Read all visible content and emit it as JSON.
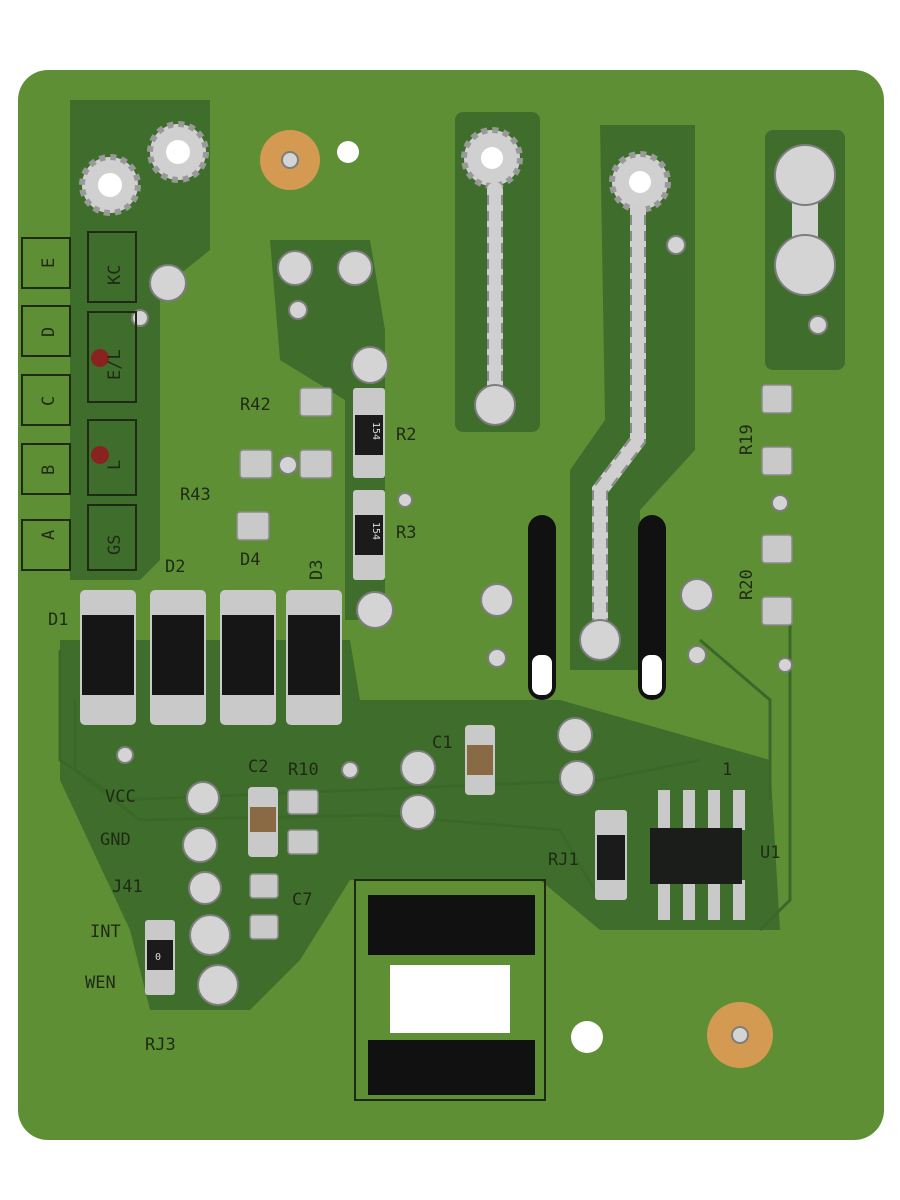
{
  "board": {
    "colors": {
      "board": "#5f8f35",
      "pour": "#3f6e2c",
      "silk": "#1f2a14",
      "solder": "#d0d0d0",
      "gold": "#d49a52"
    },
    "header_labels": [
      "A",
      "B",
      "C",
      "D",
      "E"
    ],
    "header_labels_2": [
      "GS",
      "L",
      "E/L",
      "KC"
    ],
    "resistors": {
      "r42": "R42",
      "r43": "R43",
      "r2": "R2",
      "r3": "R3",
      "r19": "R19",
      "r20": "R20",
      "r10": "R10",
      "rj1": "RJ1",
      "rj3": "RJ3"
    },
    "resistor_codes": {
      "r2": "154",
      "r3": "154",
      "rj3": "0"
    },
    "diodes": [
      "D1",
      "D2",
      "D4",
      "D3"
    ],
    "capacitors": {
      "c1": "C1",
      "c2": "C2",
      "c7": "C7"
    },
    "ic": {
      "label": "U1",
      "pin1": "1"
    },
    "pins": [
      "VCC",
      "GND",
      "J41",
      "INT",
      "WEN"
    ]
  }
}
